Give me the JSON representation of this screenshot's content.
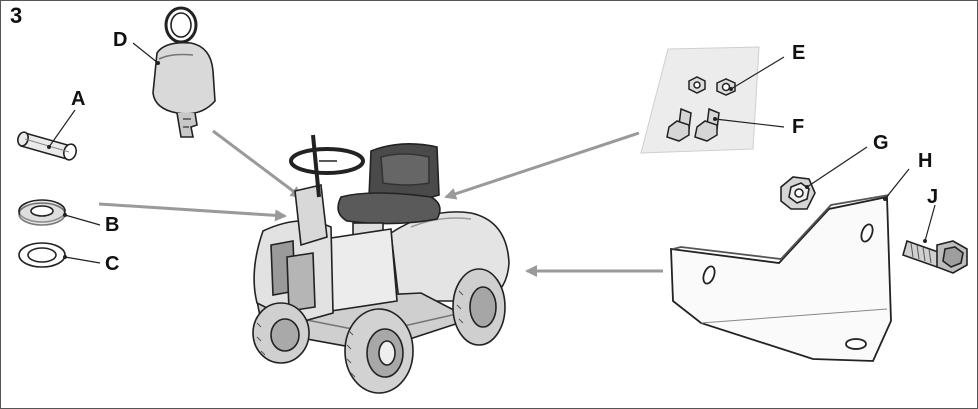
{
  "figure": {
    "number": "3"
  },
  "callouts": [
    {
      "id": "A",
      "label": "A"
    },
    {
      "id": "B",
      "label": "B"
    },
    {
      "id": "C",
      "label": "C"
    },
    {
      "id": "D",
      "label": "D"
    },
    {
      "id": "E",
      "label": "E"
    },
    {
      "id": "F",
      "label": "F"
    },
    {
      "id": "G",
      "label": "G"
    },
    {
      "id": "H",
      "label": "H"
    },
    {
      "id": "J",
      "label": "J"
    }
  ],
  "colors": {
    "line": "#222222",
    "arrow": "#9a9a9a",
    "body_light": "#e6e6e6",
    "body_mid": "#c9c9c9",
    "body_dark": "#6e6e6e",
    "seat": "#4a4a4a"
  }
}
